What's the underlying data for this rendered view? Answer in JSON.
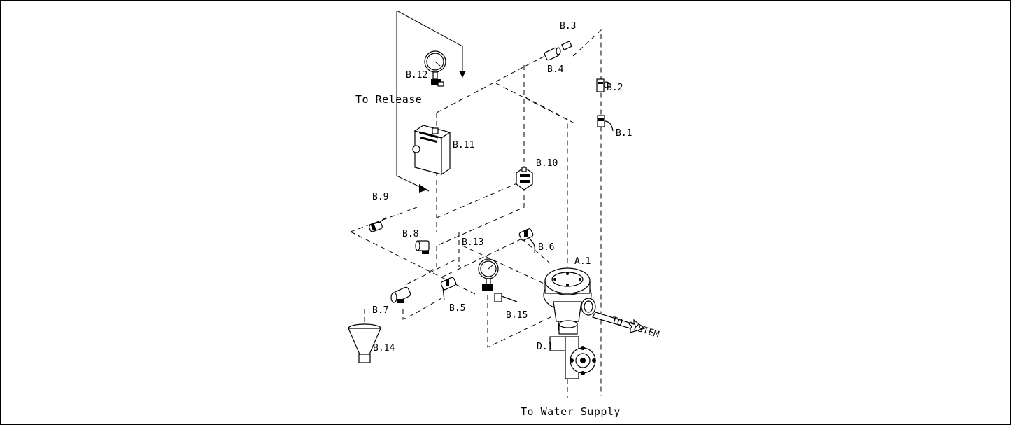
{
  "labels": {
    "b3": "B.3",
    "b4": "B.4",
    "b2": "B.2",
    "b1": "B.1",
    "b12": "B.12",
    "to_release": "To Release",
    "b11": "B.11",
    "b10": "B.10",
    "b9": "B.9",
    "b8": "B.8",
    "b13": "B.13",
    "b6": "B.6",
    "a1": "A.1",
    "b7": "B.7",
    "b5": "B.5",
    "b15": "B.15",
    "b14": "B.14",
    "d1": "D.1",
    "to_system": "TO SYSTEM",
    "to_water_supply": "To Water Supply"
  }
}
